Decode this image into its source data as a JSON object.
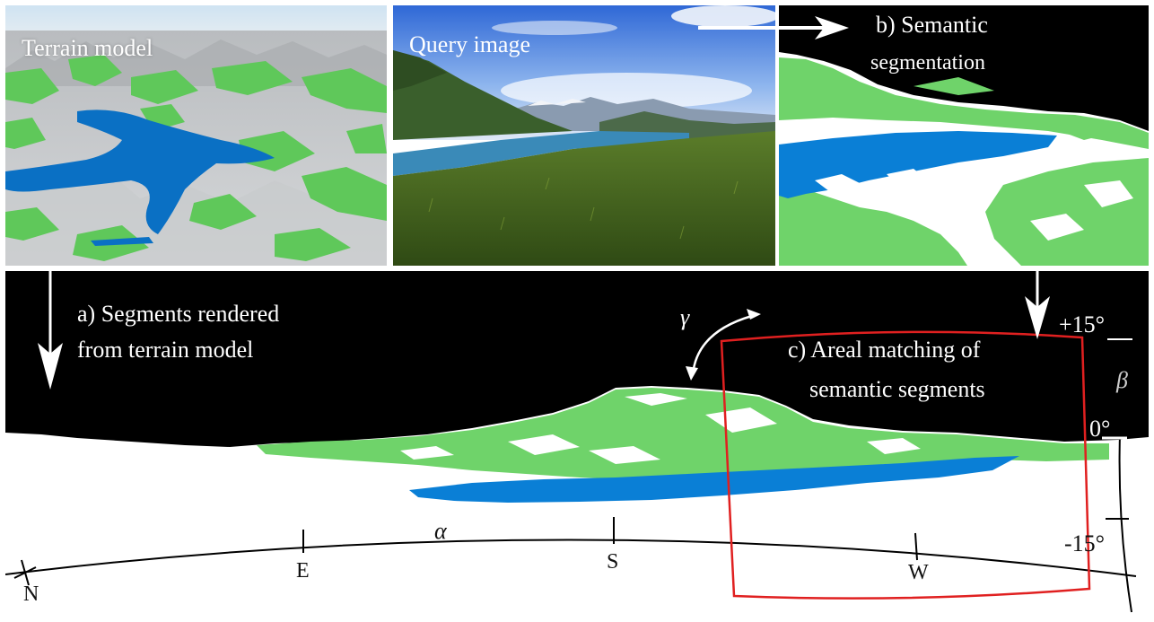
{
  "labels": {
    "terrain_model": "Terrain model",
    "query_image": "Query image",
    "semantic_segmentation_line1": "b) Semantic",
    "semantic_segmentation_line2": "segmentation",
    "segments_rendered_line1": "a) Segments rendered",
    "segments_rendered_line2": "from terrain model",
    "areal_matching_line1": "c) Areal matching of",
    "areal_matching_line2": "semantic segments"
  },
  "symbols": {
    "gamma": "γ",
    "alpha": "α",
    "beta": "β"
  },
  "compass": {
    "north": "N",
    "east": "E",
    "south": "S",
    "west": "W"
  },
  "elevation_ticks": {
    "top": "+15°",
    "middle": "0°",
    "bottom": "-15°"
  },
  "colors": {
    "vegetation": "#6fd36a",
    "water": "#0a7fd6",
    "sky": "#000000",
    "matching_box": "#e02020",
    "arrow": "#ffffff"
  }
}
